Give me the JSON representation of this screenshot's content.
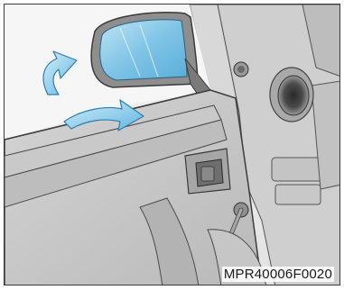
{
  "figure": {
    "code": "MPR40006F0020"
  },
  "icons": {
    "mirror": "side-mirror",
    "arrow_tilt": "curved-arrow-fold",
    "arrow_swing": "curved-arrow-swing",
    "window_crank": "window-crank-handle",
    "door_handle": "inner-door-handle",
    "vent": "air-vent"
  },
  "colors": {
    "mirror_glass": "#7fc4e6",
    "arrow_fill": "#6fbfe6",
    "line": "#3c3c3c"
  }
}
